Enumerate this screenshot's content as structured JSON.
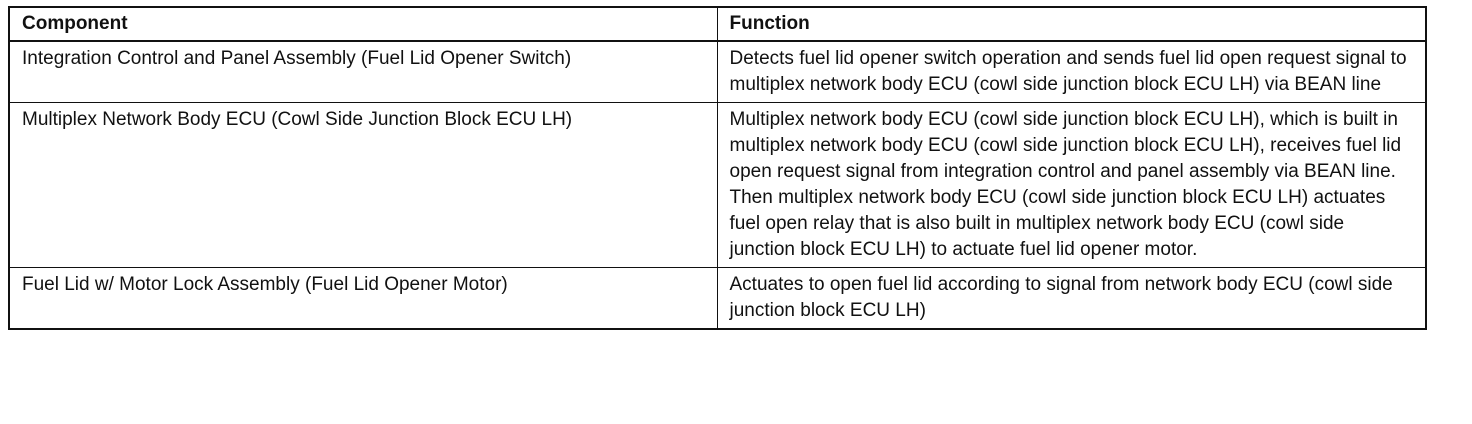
{
  "table": {
    "headers": [
      "Component",
      "Function"
    ],
    "rows": [
      {
        "component": "Integration Control and Panel Assembly (Fuel Lid Opener Switch)",
        "function": "Detects fuel lid opener switch operation and sends fuel lid open request signal to multiplex network body ECU (cowl side junction block ECU LH) via BEAN line"
      },
      {
        "component": "Multiplex Network Body ECU (Cowl Side Junction Block ECU LH)",
        "function": "Multiplex network body ECU (cowl side junction block ECU LH), which is built in multiplex network body ECU (cowl side junction block ECU LH), receives fuel lid open request signal from integration control and panel assembly via BEAN line. Then multiplex network body ECU (cowl side junction block ECU LH) actuates fuel open relay that is also built in multiplex network body ECU (cowl side junction block ECU LH) to actuate fuel lid opener motor."
      },
      {
        "component": "Fuel Lid w/ Motor Lock Assembly (Fuel Lid Opener Motor)",
        "function": "Actuates to open fuel lid according to signal from network body ECU (cowl side junction block ECU LH)"
      }
    ]
  }
}
